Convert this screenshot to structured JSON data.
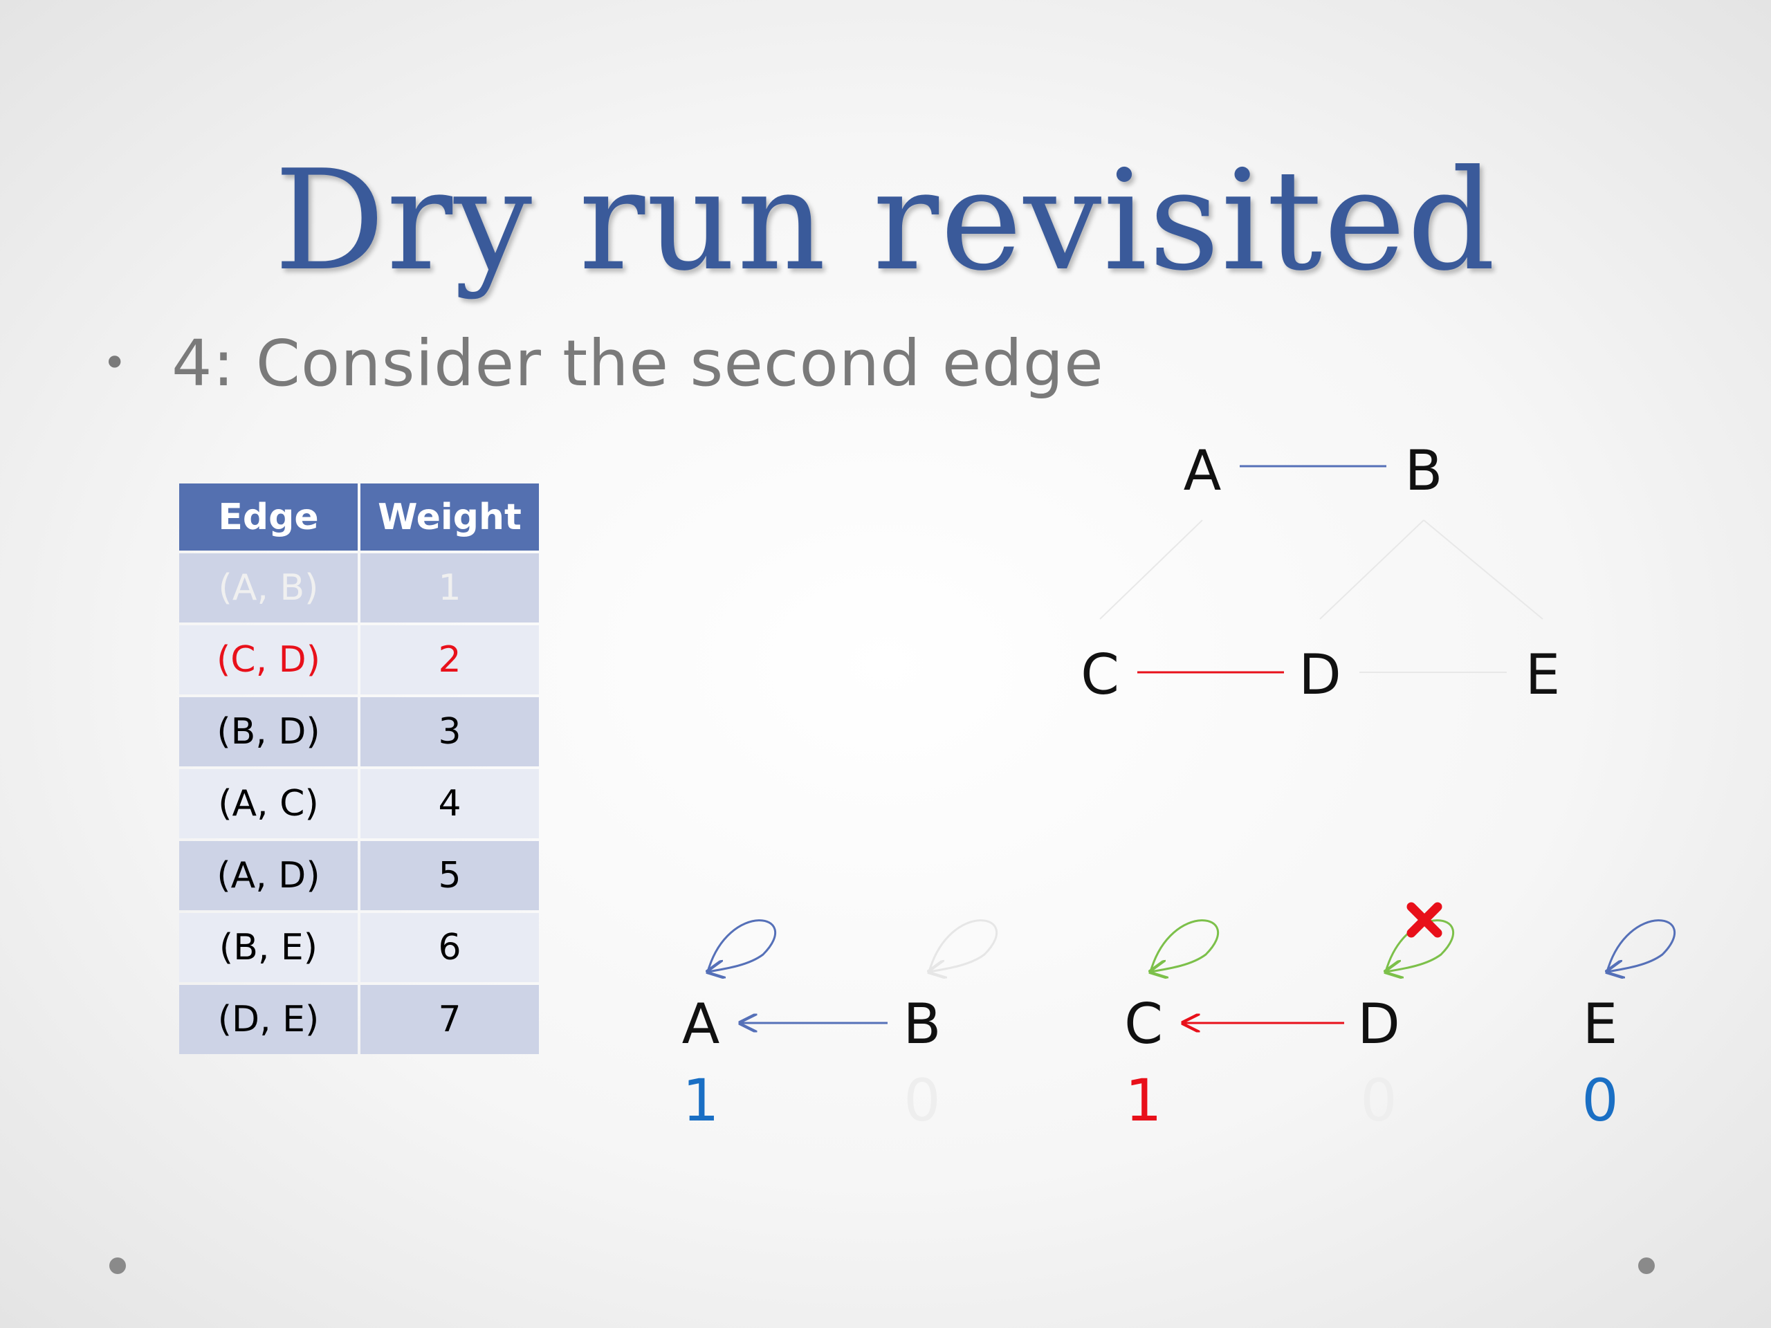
{
  "slide": {
    "title": "Dry run revisited",
    "bullet": "4: Consider the second edge"
  },
  "table": {
    "headers": [
      "Edge",
      "Weight"
    ],
    "rows": [
      {
        "edge": "(A, B)",
        "weight": "1",
        "state": "faded"
      },
      {
        "edge": "(C, D)",
        "weight": "2",
        "state": "active"
      },
      {
        "edge": "(B, D)",
        "weight": "3",
        "state": "normal"
      },
      {
        "edge": "(A, C)",
        "weight": "4",
        "state": "normal"
      },
      {
        "edge": "(A, D)",
        "weight": "5",
        "state": "normal"
      },
      {
        "edge": "(B, E)",
        "weight": "6",
        "state": "normal"
      },
      {
        "edge": "(D, E)",
        "weight": "7",
        "state": "normal"
      }
    ]
  },
  "graph": {
    "nodes": [
      "A",
      "B",
      "C",
      "D",
      "E"
    ],
    "edges": [
      {
        "from": "A",
        "to": "B",
        "status": "chosen"
      },
      {
        "from": "C",
        "to": "D",
        "status": "current"
      },
      {
        "from": "B",
        "to": "D",
        "status": "pending"
      },
      {
        "from": "A",
        "to": "C",
        "status": "pending"
      },
      {
        "from": "B",
        "to": "E",
        "status": "pending"
      },
      {
        "from": "D",
        "to": "E",
        "status": "pending"
      }
    ]
  },
  "union_find": {
    "nodes": [
      {
        "label": "A",
        "rank": "1",
        "rank_color": "#1a6fc4",
        "self_loop": "#5570b8"
      },
      {
        "label": "B",
        "rank": "0",
        "rank_color": "#eeeeee",
        "self_loop": "#e6e6e6"
      },
      {
        "label": "C",
        "rank": "1",
        "rank_color": "#e8101a",
        "self_loop": "#7cc04a"
      },
      {
        "label": "D",
        "rank": "0",
        "rank_color": "#eeeeee",
        "self_loop": "#7cc04a",
        "removed": true
      },
      {
        "label": "E",
        "rank": "0",
        "rank_color": "#1a6fc4",
        "self_loop": "#5570b8"
      }
    ],
    "links": [
      {
        "from": "B",
        "to": "A",
        "color": "#5570b8"
      },
      {
        "from": "D",
        "to": "C",
        "color": "#e8101a"
      }
    ]
  },
  "colors": {
    "title": "#3a5a9a",
    "table_header": "#5470b0",
    "highlight": "#e8101a",
    "chosen_edge": "#5570b8",
    "pending_edge": "#e8e8e8"
  }
}
